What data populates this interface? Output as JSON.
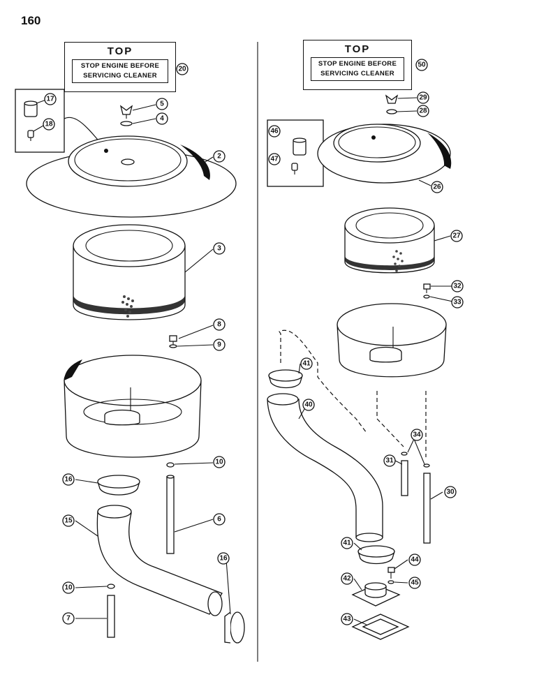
{
  "page_number": "160",
  "decals": [
    {
      "top_word": "TOP",
      "line1": "STOP ENGINE BEFORE",
      "line2": "SERVICING CLEANER",
      "callout": "20"
    },
    {
      "top_word": "TOP",
      "line1": "STOP ENGINE BEFORE",
      "line2": "SERVICING CLEANER",
      "callout": "50"
    }
  ],
  "left_callouts": [
    "17",
    "18",
    "5",
    "4",
    "2",
    "3",
    "8",
    "9",
    "10",
    "16",
    "6",
    "15",
    "16",
    "10",
    "7"
  ],
  "right_callouts": [
    "46",
    "47",
    "29",
    "28",
    "26",
    "27",
    "32",
    "33",
    "41",
    "40",
    "34",
    "31",
    "30",
    "41",
    "44",
    "42",
    "45",
    "43"
  ]
}
